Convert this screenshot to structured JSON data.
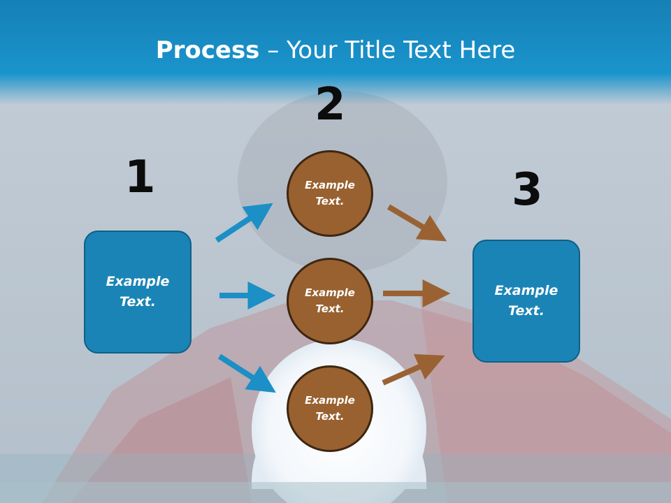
{
  "title": {
    "bold": "Process",
    "rest": " – Your Title Text Here"
  },
  "steps": [
    {
      "number": "1",
      "text": "Example\nText."
    },
    {
      "number": "2",
      "items": [
        "Example\nText.",
        "Example\nText.",
        "Example\nText."
      ]
    },
    {
      "number": "3",
      "text": "Example\nText."
    }
  ],
  "colors": {
    "header": "#1a94cc",
    "box_fill": "#1b84b6",
    "circle_fill": "#99612f",
    "blue_arrow": "#1b8fc6",
    "brown_arrow": "#9a6233"
  }
}
